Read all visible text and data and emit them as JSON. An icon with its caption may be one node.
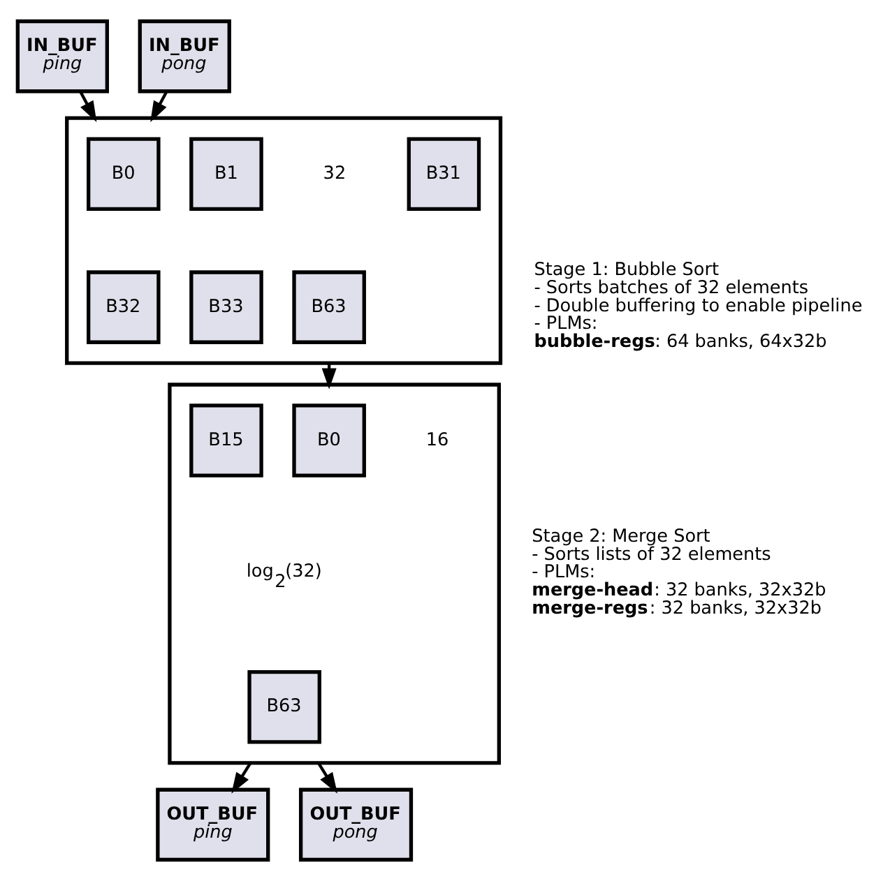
{
  "diagram": {
    "nodes": [
      {
        "text": [
          "IN_BUF",
          "ping"
        ]
      },
      {
        "text": [
          "IN_BUF",
          "pong"
        ]
      },
      {
        "text": [],
        "shape": "box",
        "beside": [
          "Stage 1: Bubble Sort",
          "- Sorts batches of 32 elements",
          "- Double buffering to enable pipeline",
          "- PLMs:",
          "**bubble-regs**: 64 banks, 64x32b"
        ]
      },
      {
        "text": [
          "B0"
        ],
        "in": 2
      },
      {
        "text": [
          "B1"
        ],
        "in": 2
      },
      {
        "text": [
          "B31"
        ],
        "in": 2
      },
      {
        "text": [
          "B32"
        ],
        "in": 2
      },
      {
        "text": [
          "B33"
        ],
        "in": 2
      },
      {
        "text": [
          "B63"
        ],
        "in": 2
      },
      {
        "text": [],
        "shape": "box",
        "beside": [
          "Stage 2: Merge Sort",
          "- Sorts lists of 32 elements",
          "- PLMs:",
          "**merge-head**: 32 banks, 32x32b",
          "**merge-regs**: 32 banks, 32x32b"
        ]
      },
      {
        "text": [
          "B0"
        ],
        "in": 9
      },
      {
        "text": [
          "B15"
        ],
        "in": 9
      },
      {
        "text": [
          "B63"
        ],
        "in": 9
      },
      {
        "text": [
          "OUT_BUF",
          "ping"
        ]
      },
      {
        "text": [
          "OUT_BUF",
          "pong"
        ]
      }
    ],
    "edges": [
      {
        "from": 0,
        "to": 2,
        "arrow": "to"
      },
      {
        "from": 1,
        "to": 2,
        "arrow": "to"
      },
      {
        "from": 2,
        "to": 9,
        "arrow": "to"
      },
      {
        "from": 9,
        "to": 13,
        "arrow": "to"
      },
      {
        "from": 9,
        "to": 14,
        "arrow": "to"
      }
    ],
    "labels": [
      "32",
      "16",
      "log$_{2}$(32)"
    ]
  }
}
